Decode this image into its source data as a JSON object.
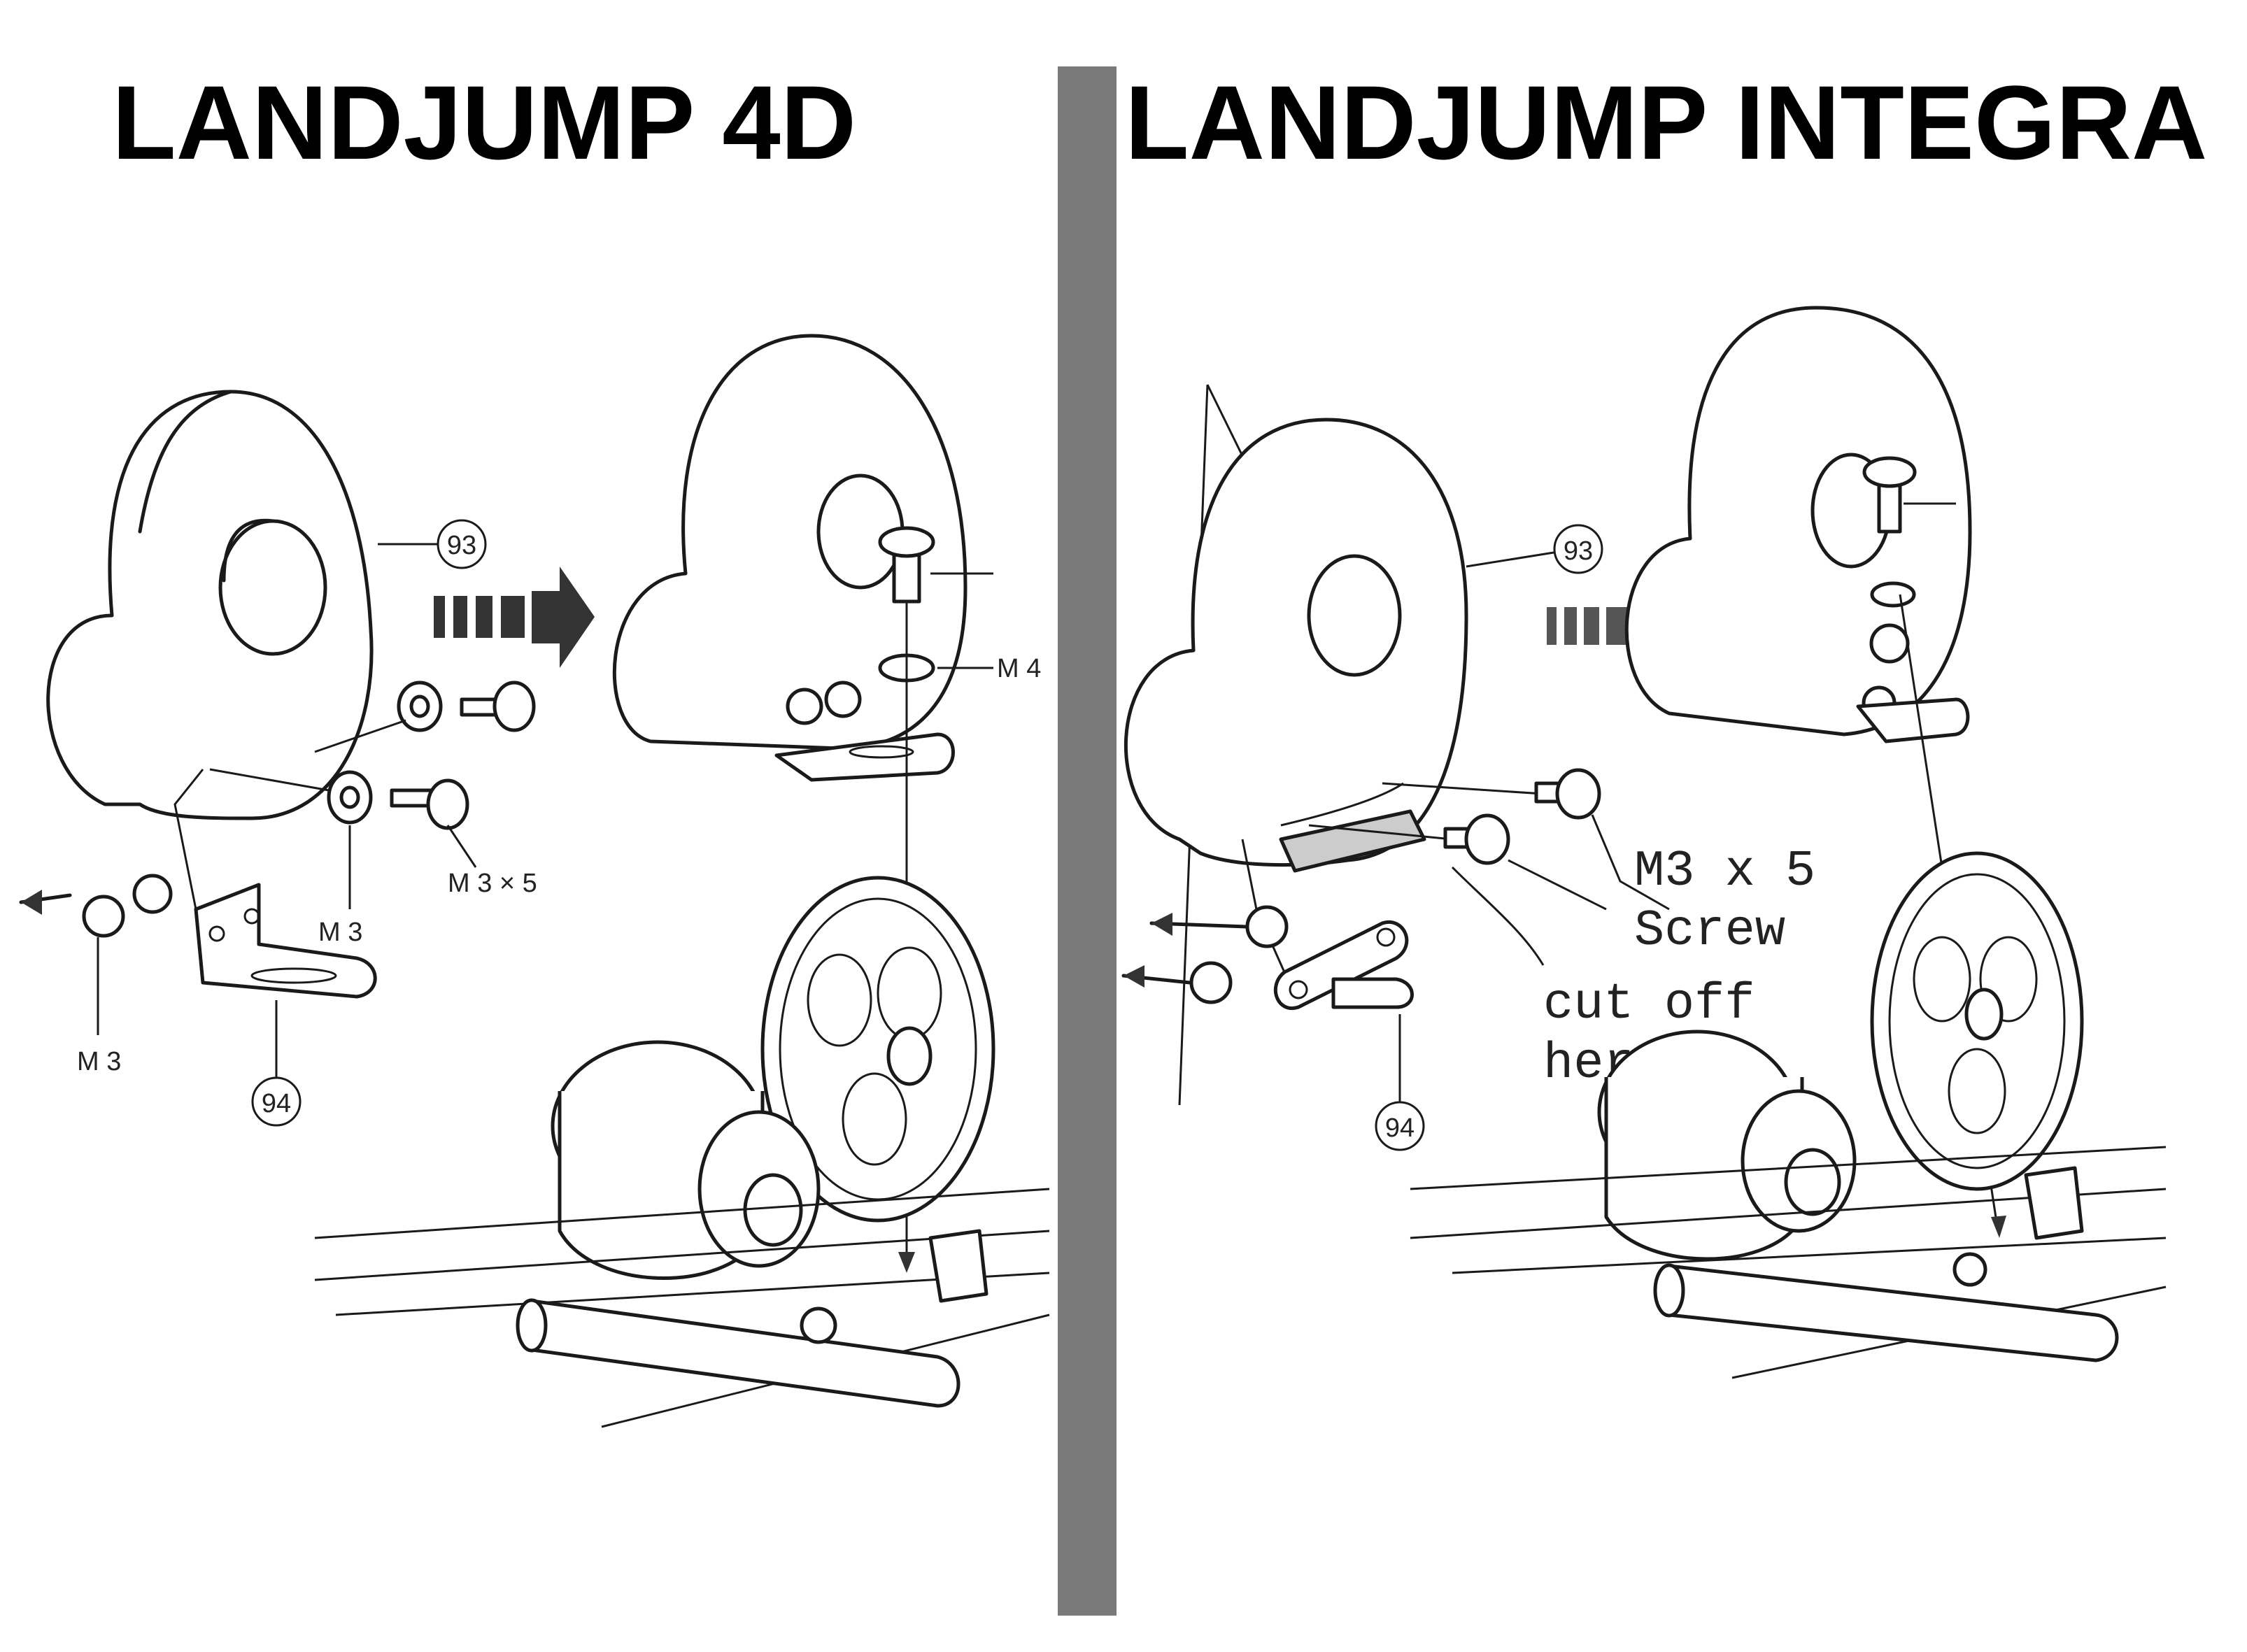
{
  "left_panel": {
    "title": "LANDJUMP 4D",
    "part_numbers": {
      "cover": "93",
      "bracket": "94"
    },
    "labels": {
      "screw": "M 3 × 5",
      "washer": "M 3",
      "nut": "M 3",
      "top_screw": "M 4"
    }
  },
  "right_panel": {
    "title": "LANDJUMP INTEGRA",
    "part_numbers": {
      "cover": "93",
      "bracket": "94"
    },
    "labels": {
      "screw_line1": "M3 x 5",
      "screw_line2": "Screw",
      "cut_line1": "cut off",
      "cut_line2": "here"
    }
  },
  "colors": {
    "divider": "#7a7a7a",
    "background": "#ffffff",
    "ink": "#1a1a1a",
    "title": "#000000"
  }
}
